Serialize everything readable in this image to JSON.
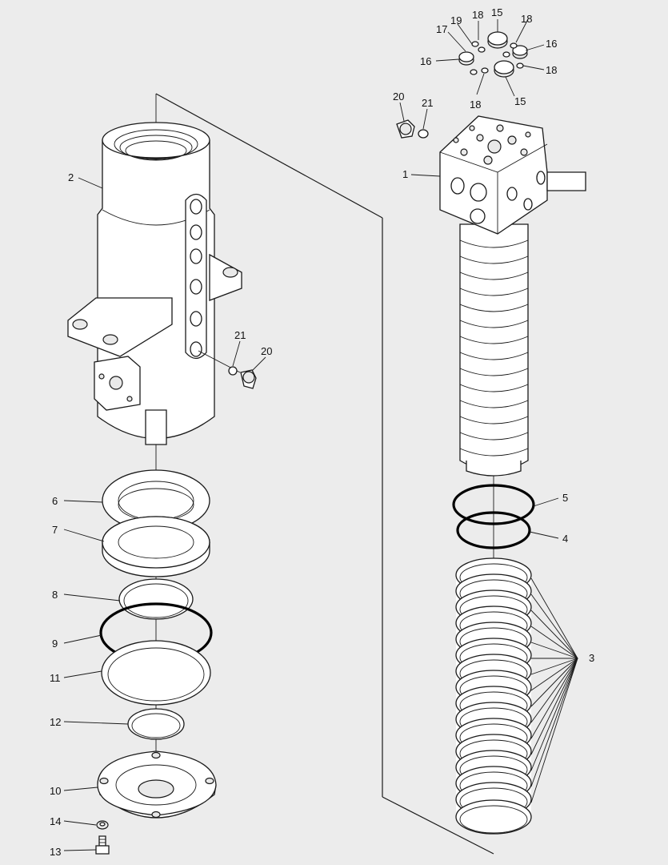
{
  "callouts": {
    "c1": "1",
    "c2": "2",
    "c3": "3",
    "c4": "4",
    "c5": "5",
    "c6": "6",
    "c7": "7",
    "c8": "8",
    "c9": "9",
    "c10": "10",
    "c11": "11",
    "c12": "12",
    "c13": "13",
    "c14": "14",
    "c15a": "15",
    "c15b": "15",
    "c16a": "16",
    "c16b": "16",
    "c17": "17",
    "c18a": "18",
    "c18b": "18",
    "c18c": "18",
    "c18d": "18",
    "c19": "19",
    "c20a": "20",
    "c20b": "20",
    "c21a": "21",
    "c21b": "21"
  }
}
